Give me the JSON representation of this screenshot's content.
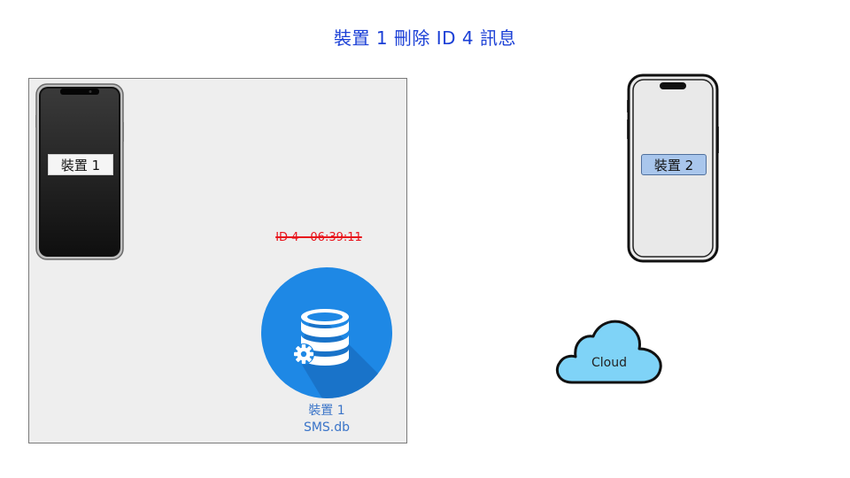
{
  "title": "裝置 1 刪除 ID 4 訊息",
  "device1": {
    "label": "裝置 1"
  },
  "device2": {
    "label": "裝置 2"
  },
  "deleted_message": "ID 4 - 06:39:11",
  "database": {
    "caption_line1": "裝置 1",
    "caption_line2": "SMS.db",
    "icon": "database-gear-icon"
  },
  "cloud": {
    "label": "Cloud",
    "icon": "cloud-icon"
  },
  "colors": {
    "title": "#1a3fd6",
    "deleted": "#e8141c",
    "db_circle": "#1e88e5",
    "cloud_fill": "#7fd3f7",
    "device2_label": "#a9c6ec"
  }
}
